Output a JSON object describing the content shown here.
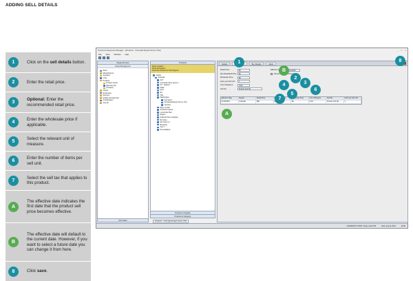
{
  "page_title": "ADDING SELL DETAILS",
  "steps": [
    {
      "num": "1",
      "pre": "Click on the ",
      "bold": "sell details",
      "post": " button.",
      "color": "#1a8fa1"
    },
    {
      "num": "2",
      "pre": "",
      "bold": "",
      "post": "Enter the retail price.",
      "color": "#1a8fa1"
    },
    {
      "num": "3",
      "pre": "",
      "bold": "Optional:",
      "post": " Enter the recommended retail price.",
      "color": "#1a8fa1"
    },
    {
      "num": "4",
      "pre": "",
      "bold": "",
      "post": "Enter the wholesale price if applicable.",
      "color": "#1a8fa1"
    },
    {
      "num": "5",
      "pre": "",
      "bold": "",
      "post": "Select the relevant unit of measure.",
      "color": "#1a8fa1"
    },
    {
      "num": "6",
      "pre": "",
      "bold": "",
      "post": "Enter the number of items per sell unit.",
      "color": "#1a8fa1"
    },
    {
      "num": "7",
      "pre": "",
      "bold": "",
      "post": "Select the sell tax that applies to this product.",
      "color": "#1a8fa1"
    },
    {
      "num": "A",
      "pre": "",
      "bold": "",
      "post": "The effective date indicates the first date that the product sell price becomes effective.",
      "color": "#58ab53"
    },
    {
      "num": "B",
      "pre": "",
      "bold": "",
      "post": "The effective date will default to the current date. However, if you want to select a future date you can change it from here.",
      "color": "#58ab53"
    },
    {
      "num": "8",
      "pre": "Click ",
      "bold": "save",
      "post": ".",
      "color": "#1a8fa1"
    }
  ],
  "app": {
    "title": "Omnivore Enterprise Manager - [Products - Overnight Repair Server (Tst)]",
    "menu": [
      "File",
      "View",
      "Window",
      "Help"
    ],
    "window_controls": [
      "_",
      "□",
      "×"
    ],
    "left_pane": {
      "header": "Regional View",
      "subheader": "Entity Management",
      "items": [
        "Stock",
        "Manufacturers",
        "Suppliers",
        "Units",
        "Products",
        "Product Import",
        "Barcode Info",
        "[Product]",
        "Clients",
        "Employees",
        "Services",
        "Quality and Approval",
        "Configuration",
        "Journal"
      ],
      "footer": "Information"
    },
    "mid_pane": {
      "header": "Products",
      "highlight_items": [
        "Stock Location",
        "Stock All Regions",
        "Favourite Products & Kids Regions"
      ],
      "items": [
        "Global",
        "Australia",
        "ACT",
        "Corporate Store group 1",
        "NT - Stations",
        "NSW",
        "QLD",
        "SA",
        "TAS",
        "Washington",
        "IGA Store*",
        "IGA Retail Repair Server (Tst)",
        "Liberties",
        "Easy Go Min",
        "All Kids Products",
        "Local Kids Plan",
        "Region",
        "National Store Supplies",
        "Bo Coles",
        "SA Coles Inc",
        "Bonistore",
        "Test T",
        "New Zealand"
      ],
      "footer_1": "Products & Supplier",
      "footer_2": "Products & Category",
      "bottom_tab": "Products - Overnight Repair Server (Tst)"
    },
    "tabs": [
      "Details",
      "Sell Details",
      "Buy Details",
      "Stock"
    ],
    "form": {
      "fields": [
        {
          "label": "Retail Price",
          "value": "$0"
        },
        {
          "label": "Rec Retail/Sell Price",
          "value": "$0"
        },
        {
          "label": "Wholesale Price",
          "value": "$0"
        },
        {
          "label": "Items per Sell Unit",
          "value": "1"
        },
        {
          "label": "Unit of Measure",
          "value": "Units"
        },
        {
          "label": "Sell Tax",
          "value": "Product Sell Tax"
        }
      ],
      "effective_date_label": "Effective Date",
      "effective_date_value": "1/1/2019",
      "round_checkbox_label": "Round to Nearest Pricing"
    },
    "grid": {
      "columns": [
        "Effective Date",
        "Region",
        "Retail Price",
        "Rec Retail Price",
        "Wholesale Price",
        "Unit of Measure",
        "Sell Tax",
        "Items per Sell Unit"
      ],
      "rows": [
        [
          "11/06/2019",
          "Australia",
          "$80",
          "$0",
          "$0",
          "Units",
          "Product Sell Tax",
          "1"
        ]
      ]
    },
    "status": {
      "left": "",
      "right_1": "OVERNIGHT-SHOP: Stores ant07 PM",
      "right_2": "Wed, Aug 21 2019",
      "right_3": "09:56"
    }
  },
  "callouts": {
    "c1": "1",
    "cB": "B",
    "c8": "8",
    "c2": "2",
    "c3": "3",
    "c4": "4",
    "c6": "6",
    "c5": "5",
    "c7": "7",
    "cA": "A"
  }
}
